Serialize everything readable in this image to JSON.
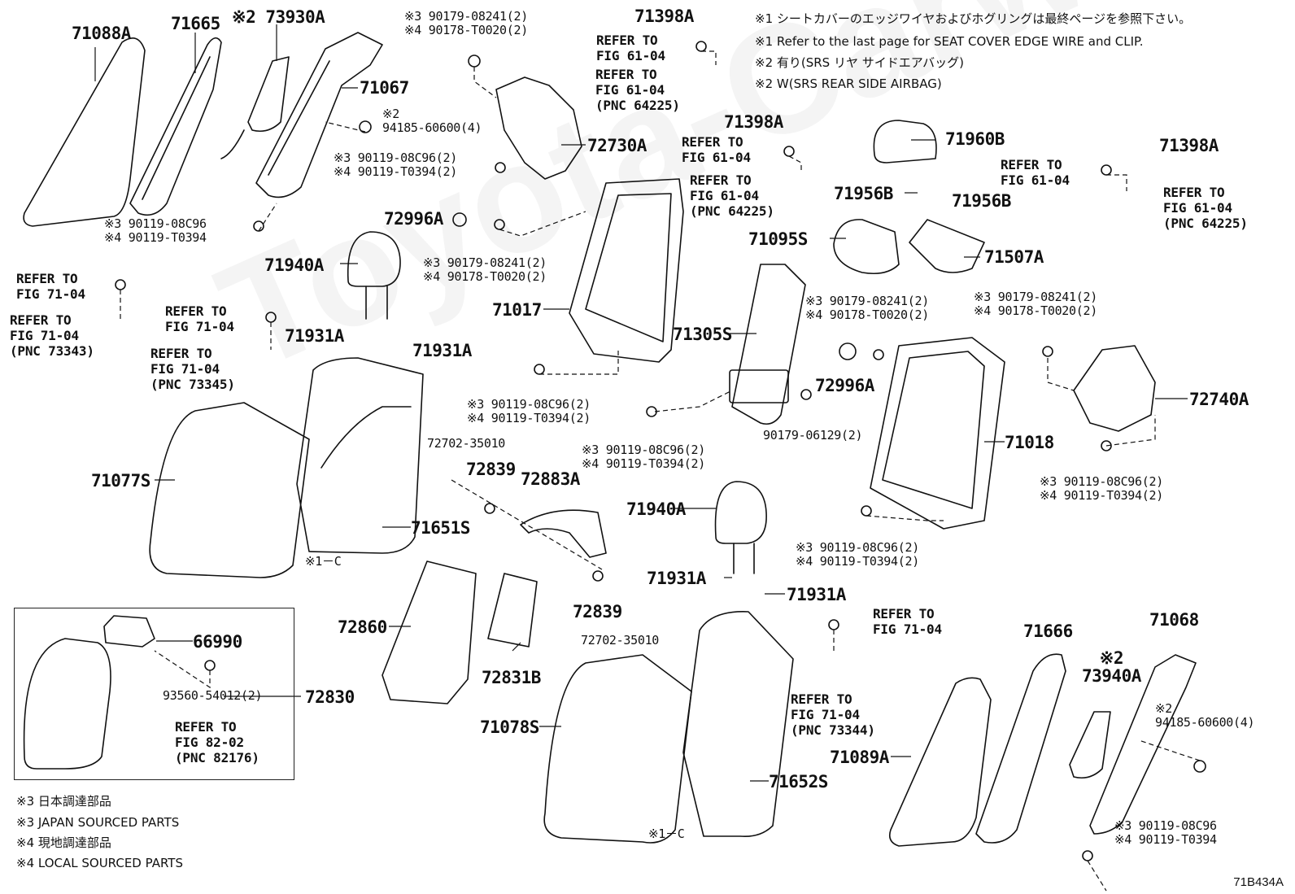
{
  "watermark": "Toyota-Carwiki.ru",
  "figure_code": "71B434A",
  "notes": [
    "※1  シートカバーのエッジワイヤおよびホグリングは最終ページを参照下さい。",
    "※1  Refer to the last page for SEAT COVER EDGE WIRE and CLIP.",
    "※2  有り(SRS リヤ サイドエアバッグ)",
    "※2  W(SRS REAR SIDE AIRBAG)"
  ],
  "legend": [
    "※3  日本調達部品",
    "※3  JAPAN SOURCED PARTS",
    "※4  現地調達部品",
    "※4  LOCAL SOURCED PARTS"
  ],
  "parts": [
    "71088A",
    "71665",
    "※2 73930A",
    "71067",
    "71940A",
    "71931A",
    "71931A",
    "71077S",
    "71651S",
    "71017",
    "72996A",
    "72730A",
    "71398A",
    "71398A",
    "71960B",
    "71956B",
    "71956B",
    "71095S",
    "71507A",
    "71398A",
    "71305S",
    "72996A",
    "71018",
    "72740A",
    "72839",
    "72883A",
    "72839",
    "72860",
    "72831B",
    "71940A",
    "71931A",
    "71931A",
    "71078S",
    "71652S",
    "71666",
    "71068",
    "※2\n73940A",
    "71089A",
    "66990",
    "72830"
  ],
  "small_labels": [
    "※3 90179-08241(2)\n※4 90178-T0020(2)",
    "※2\n94185-60600(4)",
    "※3 90119-08C96(2)\n※4 90119-T0394(2)",
    "※3 90119-08C96\n※4 90119-T0394",
    "※3 90179-08241(2)\n※4 90178-T0020(2)",
    "※3 90119-08C96(2)\n※4 90119-T0394(2)",
    "72702-35010",
    "※3 90119-08C96(2)\n※4 90119-T0394(2)",
    "※3 90179-08241(2)\n※4 90178-T0020(2)",
    "90179-06129(2)",
    "※3 90179-08241(2)\n※4 90178-T0020(2)",
    "※3 90119-08C96(2)\n※4 90119-T0394(2)",
    "※3 90119-08C96(2)\n※4 90119-T0394(2)",
    "72702-35010",
    "※2\n94185-60600(4)",
    "※3 90119-08C96\n※4 90119-T0394",
    "93560-54012(2)",
    "※1－C",
    "※1－C"
  ],
  "refs": [
    "REFER TO\nFIG 61-04",
    "REFER TO\nFIG 61-04\n(PNC 64225)",
    "REFER TO\nFIG 61-04",
    "REFER TO\nFIG 61-04\n(PNC 64225)",
    "REFER TO\nFIG 61-04",
    "REFER TO\nFIG 61-04\n(PNC 64225)",
    "REFER TO\nFIG 71-04",
    "REFER TO\nFIG 71-04\n(PNC 73343)",
    "REFER TO\nFIG 71-04",
    "REFER TO\nFIG 71-04\n(PNC 73345)",
    "REFER TO\nFIG 71-04",
    "REFER TO\nFIG 71-04\n(PNC 73344)",
    "REFER TO\nFIG 82-02\n(PNC 82176)"
  ]
}
